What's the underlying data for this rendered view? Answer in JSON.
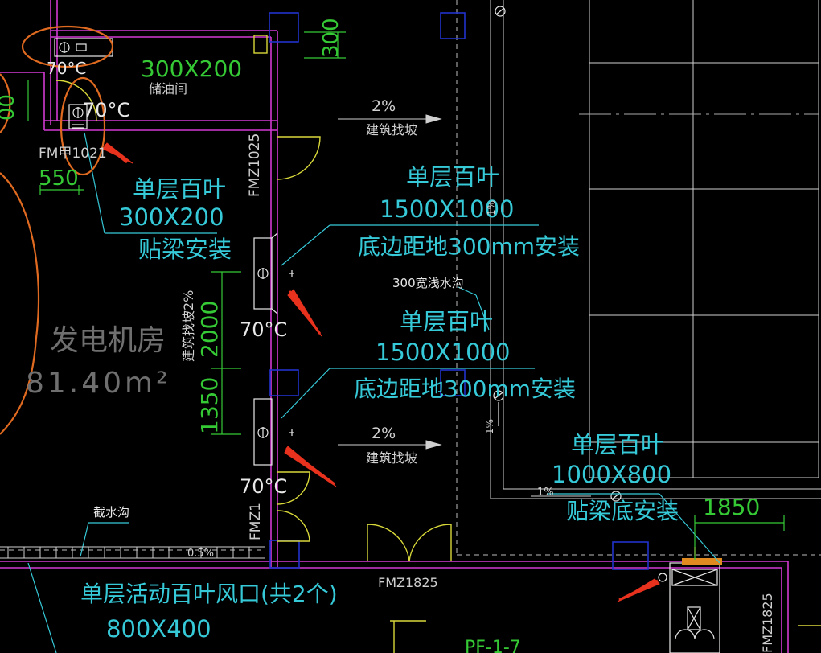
{
  "colors": {
    "background": "#000000",
    "wall": "#d23ad2",
    "label": "#36c9d8",
    "dimension": "#35c935",
    "door": "#d8d83a",
    "annotation": "#e06a20",
    "arrow": "#e8321e",
    "grid": "#cfcfcf",
    "blue_box": "#2233cc",
    "white": "#ffffff"
  },
  "labels": {
    "temp_70_a": "70°C",
    "temp_70_b": "70°C",
    "temp_70_c": "70°C",
    "temp_70_d": "70°C",
    "size_300x200_top": "300X200",
    "oil_room": "储油间",
    "door_fm_jia": "FM甲1021",
    "dim_550": "550",
    "dim_300": "300",
    "dim_2000": "2000",
    "dim_1350": "1350",
    "dim_1850": "1850",
    "louver1_title": "单层百叶",
    "louver1_size": "300X200",
    "louver1_mount": "贴梁安装",
    "louver2_title": "单层百叶",
    "louver2_size": "1500X1000",
    "louver2_mount": "底边距地300mm安装",
    "louver3_title": "单层百叶",
    "louver3_size": "1500X1000",
    "louver3_mount": "底边距地300mm安装",
    "louver4_title": "单层百叶",
    "louver4_size": "1000X800",
    "louver4_mount": "贴梁底安装",
    "slope_a_pct": "2%",
    "slope_a_text": "建筑找坡",
    "slope_b_pct": "2%",
    "slope_b_text": "建筑找坡",
    "slope_side": "建筑找坡2%",
    "trench_300": "300宽浅水沟",
    "intercept_trench": "截水沟",
    "slope_05": "0.5%",
    "slope_1pct_a": "1%",
    "slope_1pct_b": "1%",
    "slope_1pct_c": "1%",
    "room_name": "发电机房",
    "room_area": "81.40m²",
    "door_fmz_1025": "FMZ1025",
    "door_fmz_1": "FMZ1",
    "door_fmz_1825_a": "FMZ1825",
    "door_fmz_1825_b": "FMZ1825",
    "active_louver": "单层活动百叶风口(共2个)",
    "active_louver_size": "800X400",
    "partial_bottom": "PF-1-7",
    "partial_left": "00"
  }
}
